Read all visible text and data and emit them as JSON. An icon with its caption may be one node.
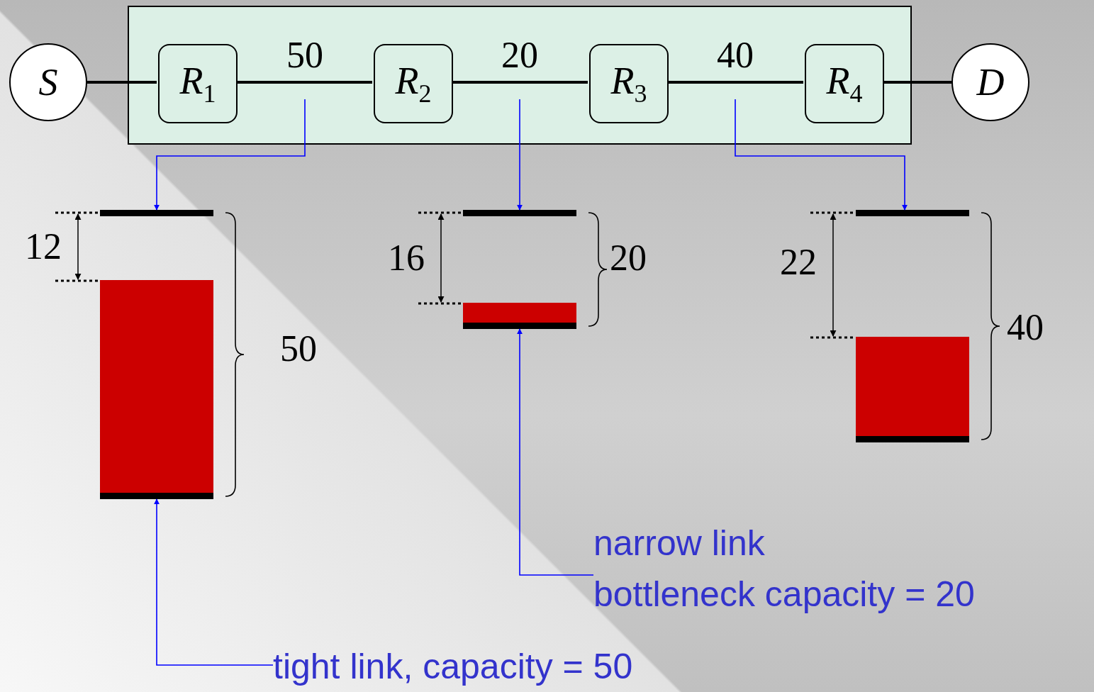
{
  "diagram": {
    "nodes": [
      {
        "text": [
          "S"
        ]
      },
      {
        "text": [],
        "shape": "box"
      },
      {
        "text": [
          "R$_{1}$"
        ],
        "in": 1
      },
      {
        "text": [
          "R$_{2}$"
        ],
        "in": 1
      },
      {
        "text": [
          "R$_{3}$"
        ],
        "in": 1
      },
      {
        "text": [
          "R$_{4}$"
        ],
        "in": 1
      },
      {
        "text": [
          "D"
        ]
      },
      {
        "text": [],
        "shape": "bar"
      },
      {
        "text": [],
        "shape": "bar"
      },
      {
        "text": [],
        "shape": "bar"
      },
      {
        "text": [
          "narrow link",
          "bottleneck capacity = 20"
        ]
      },
      {
        "text": [
          "tight link, capacity = 50"
        ]
      }
    ],
    "edges": [
      {
        "from": 0,
        "to": 2,
        "arrow": "none",
        "style": "thick"
      },
      {
        "from": 2,
        "to": 3,
        "arrow": "none",
        "style": "thick",
        "label": "50"
      },
      {
        "from": 3,
        "to": 4,
        "arrow": "none",
        "style": "thick",
        "label": "20"
      },
      {
        "from": 4,
        "to": 5,
        "arrow": "none",
        "style": "thick",
        "label": "40"
      },
      {
        "from": 5,
        "to": 6,
        "arrow": "none",
        "style": "thick"
      },
      {
        "from": null,
        "to": 7,
        "arrow": "to",
        "color": "#0000ff"
      },
      {
        "from": null,
        "to": 8,
        "arrow": "to",
        "color": "#0000ff"
      },
      {
        "from": null,
        "to": 9,
        "arrow": "to",
        "color": "#0000ff"
      },
      {
        "from": 10,
        "to": 8,
        "arrow": "to",
        "color": "#0000ff"
      },
      {
        "from": 11,
        "to": 7,
        "arrow": "to",
        "color": "#0000ff"
      }
    ],
    "labels": [
      "12",
      "50",
      "16",
      "20",
      "22",
      "40"
    ]
  }
}
